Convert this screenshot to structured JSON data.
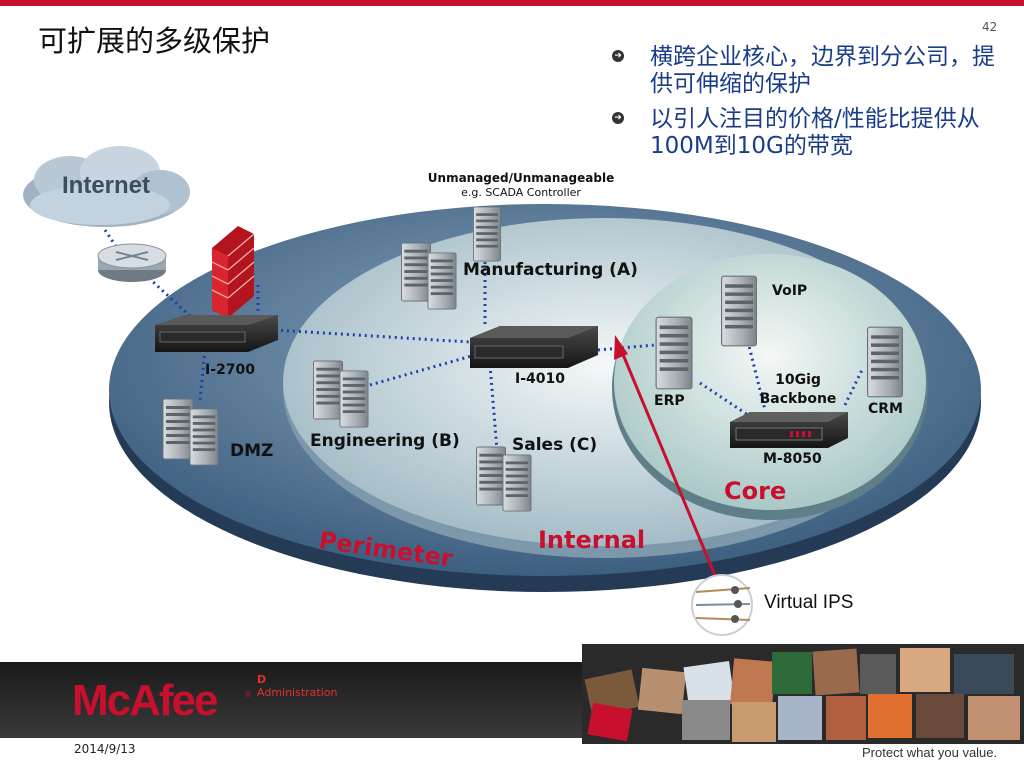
{
  "slide": {
    "title": "可扩展的多级保护",
    "page_number": "42",
    "bullets": [
      {
        "icon": "arrow-circle-icon",
        "text": "横跨企业核心，边界到分公司，提供可伸缩的保护"
      },
      {
        "icon": "arrow-circle-icon",
        "text": "以引人注目的价格/性能比提供从100M到10G的带宽"
      }
    ]
  },
  "diagram": {
    "internet_label": "Internet",
    "unmanaged_label": "Unmanaged/Unmanageable",
    "unmanaged_sub": "e.g. SCADA Controller",
    "manufacturing_label": "Manufacturing (A)",
    "engineering_label": "Engineering (B)",
    "sales_label": "Sales (C)",
    "dmz_label": "DMZ",
    "device_i2700": "I-2700",
    "device_i4010": "I-4010",
    "device_m8050": "M-8050",
    "voip_label": "VoIP",
    "erp_label": "ERP",
    "crm_label": "CRM",
    "backbone_label_1": "10Gig",
    "backbone_label_2": "Backbone",
    "zone_perimeter": "Perimeter",
    "zone_internal": "Internal",
    "zone_core": "Core",
    "virtual_ips": "Virtual IPS",
    "colors": {
      "zone_text": "#c8102e",
      "brand": "#c8102e"
    }
  },
  "footer": {
    "brand_logo": "McAfee",
    "brand_sub_d": "D",
    "brand_sub": "Administration",
    "date": "2014/9/13",
    "tagline": "Protect what you value."
  }
}
